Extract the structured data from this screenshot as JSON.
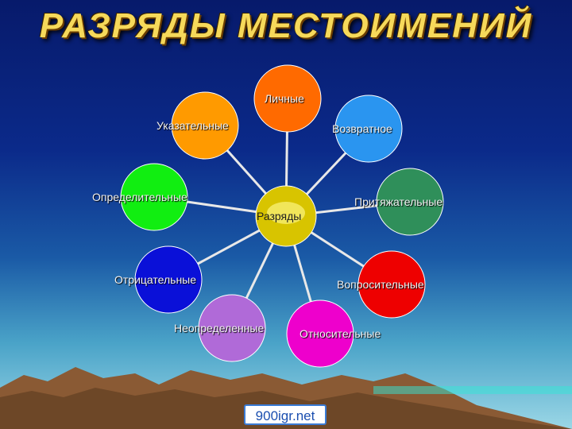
{
  "title": "РАЗРЯДЫ МЕСТОИМЕНИЙ",
  "center": "Разряды",
  "watermark_site": "900igr.net",
  "categories": [
    {
      "label": "Личные",
      "color": "#ff6a00"
    },
    {
      "label": "Возвратное",
      "color": "#2a95f0"
    },
    {
      "label": "Притяжательные",
      "color": "#2f8f5a"
    },
    {
      "label": "Вопросительные",
      "color": "#ee0000"
    },
    {
      "label": "Относительные",
      "color": "#ee00cc"
    },
    {
      "label": "Неопределенные",
      "color": "#b06ad8"
    },
    {
      "label": "Отрицательные",
      "color": "#0a10d8"
    },
    {
      "label": "Определительные",
      "color": "#11ee11"
    },
    {
      "label": "Указательные",
      "color": "#ff9a00"
    }
  ]
}
